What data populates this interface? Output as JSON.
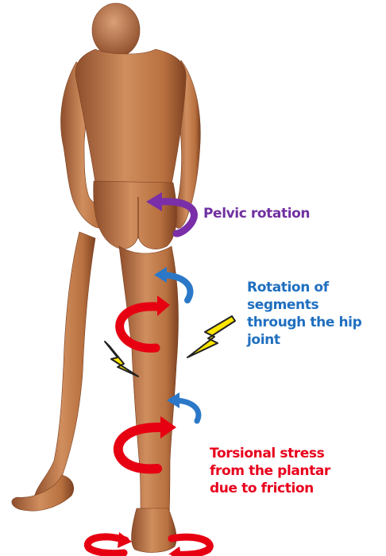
{
  "labels": {
    "pelvic": "Pelvic rotation",
    "rotation": [
      "Rotation of",
      "segments",
      "through the hip",
      "joint"
    ],
    "torsional": [
      "Torsional stress",
      "from the plantar",
      "due to friction"
    ]
  },
  "colors": {
    "pelvic": "#7030a0",
    "rotation": "#1f6fc0",
    "torsional": "#e8001c",
    "arrow_red": "#e60012",
    "arrow_blue": "#2b78c8",
    "arrow_purple": "#7a2fa8",
    "lightning": "#ffe600",
    "skin": "#c98355",
    "skin_dark": "#8e4e2c"
  },
  "icons": [
    "lightning-bolt-icon",
    "rotation-arrow-icon"
  ]
}
